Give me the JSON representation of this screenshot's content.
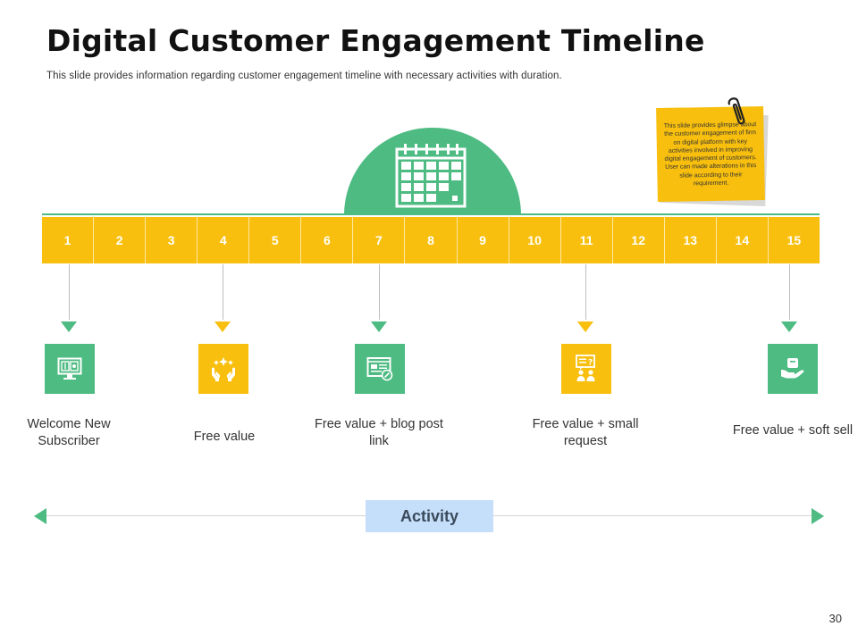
{
  "header": {
    "title": "Digital Customer Engagement Timeline",
    "subtitle": "This slide provides information regarding customer engagement timeline with necessary activities with duration."
  },
  "timeline": {
    "steps": [
      "1",
      "2",
      "3",
      "4",
      "5",
      "6",
      "7",
      "8",
      "9",
      "10",
      "11",
      "12",
      "13",
      "14",
      "15"
    ]
  },
  "activities": [
    {
      "step": "1",
      "label": "Welcome New Subscriber",
      "icon": "monitor-dollar-icon",
      "color": "#4dbb82"
    },
    {
      "step": "4",
      "label": "Free value",
      "icon": "hands-sparkle-icon",
      "color": "#f8bf0e"
    },
    {
      "step": "7",
      "label": "Free value + blog post link",
      "icon": "blog-post-icon",
      "color": "#4dbb82"
    },
    {
      "step": "11",
      "label": "Free value + small request",
      "icon": "people-question-icon",
      "color": "#f8bf0e"
    },
    {
      "step": "15",
      "label": "Free value + soft sell",
      "icon": "hand-offer-icon",
      "color": "#4dbb82"
    }
  ],
  "sticky_note": {
    "text": "This slide provides glimpse about the customer engagement of firm on digital platform with key activities involved in improving digital engagement of customers. User can made alterations in this slide according to their requirement."
  },
  "footer": {
    "activity_label": "Activity",
    "page_number": "30"
  },
  "colors": {
    "green": "#4dbb82",
    "yellow": "#f8bf0e",
    "activity_bg": "#c5dffb"
  }
}
